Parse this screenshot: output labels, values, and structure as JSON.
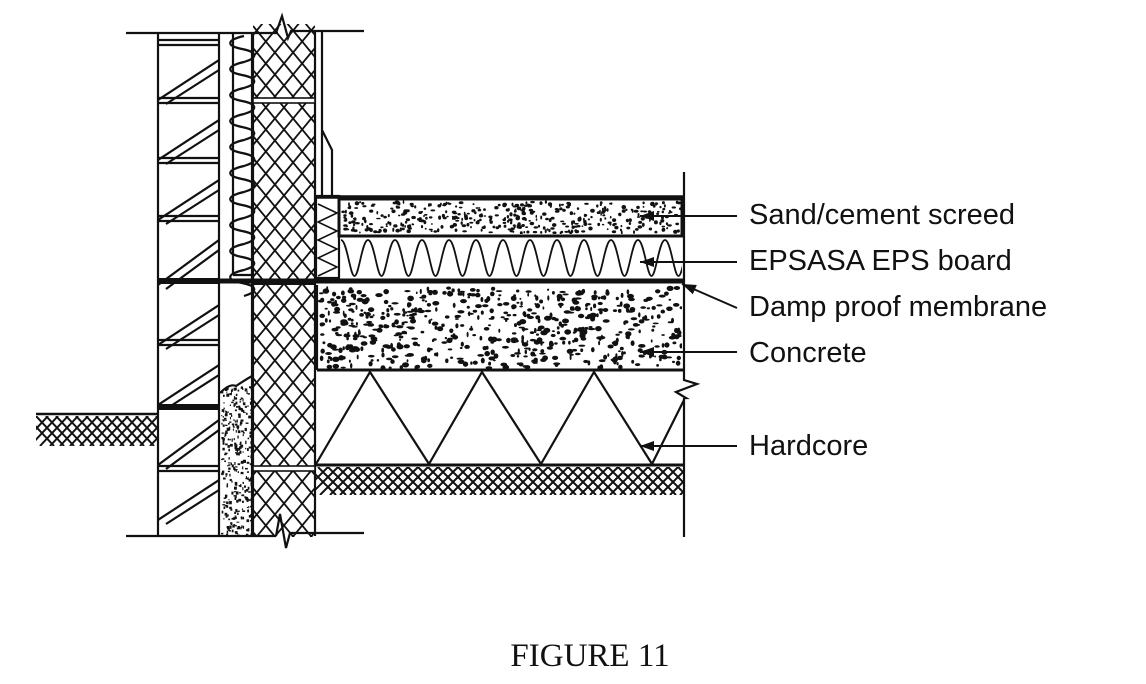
{
  "figure": {
    "caption": "FIGURE 11",
    "subject": "Ground floor slab and cavity wall junction section",
    "ink_color": "#111111",
    "background": "#ffffff"
  },
  "labels": [
    {
      "id": "screed",
      "text": "Sand/cement screed",
      "pointer": "arrow-left"
    },
    {
      "id": "eps",
      "text": "EPSASA EPS board",
      "pointer": "arrow-left"
    },
    {
      "id": "dpm",
      "text": "Damp proof membrane",
      "pointer": "arrow-up-left"
    },
    {
      "id": "concrete",
      "text": "Concrete",
      "pointer": "arrow-left"
    },
    {
      "id": "hardcore",
      "text": "Hardcore",
      "pointer": "arrow-left"
    }
  ],
  "layers": [
    {
      "name": "Outer brick leaf",
      "pattern": "brick-hatch"
    },
    {
      "name": "Cavity insulation",
      "pattern": "wavy"
    },
    {
      "name": "Cavity fill",
      "pattern": "speckle"
    },
    {
      "name": "Inner block leaf",
      "pattern": "cross-hatch"
    },
    {
      "name": "Edge insulation",
      "pattern": "zigzag"
    },
    {
      "name": "Screed",
      "pattern": "dots"
    },
    {
      "name": "EPS board",
      "pattern": "wave"
    },
    {
      "name": "Concrete slab",
      "pattern": "aggregate"
    },
    {
      "name": "Hardcore",
      "pattern": "triangles"
    },
    {
      "name": "Ground",
      "pattern": "earth-hatch"
    }
  ]
}
